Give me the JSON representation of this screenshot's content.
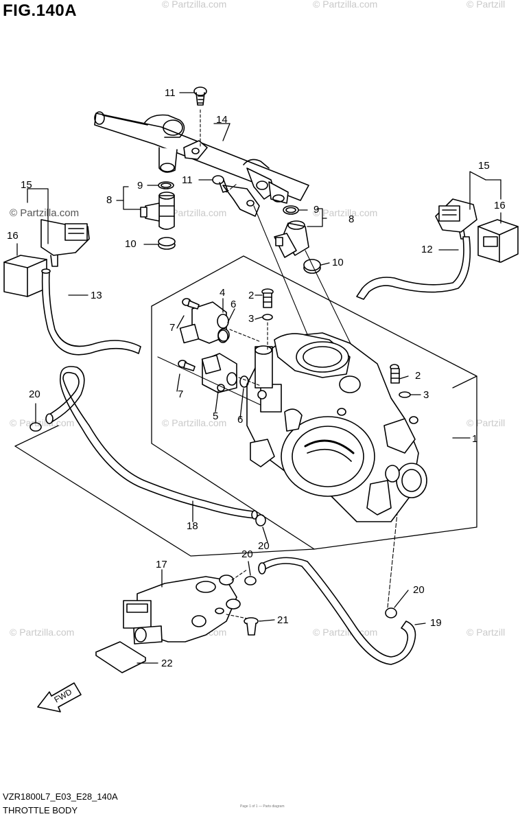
{
  "figure": {
    "title": "FIG.140A"
  },
  "watermarks": {
    "brand": "© Partzilla.com",
    "brand_clipped": "© Partzill",
    "brand_strong": "© Partzilla.com"
  },
  "callouts": [
    {
      "id": "1",
      "label": "1"
    },
    {
      "id": "2a",
      "label": "2"
    },
    {
      "id": "2b",
      "label": "2"
    },
    {
      "id": "3a",
      "label": "3"
    },
    {
      "id": "3b",
      "label": "3"
    },
    {
      "id": "4",
      "label": "4"
    },
    {
      "id": "5",
      "label": "5"
    },
    {
      "id": "6a",
      "label": "6"
    },
    {
      "id": "6b",
      "label": "6"
    },
    {
      "id": "7a",
      "label": "7"
    },
    {
      "id": "7b",
      "label": "7"
    },
    {
      "id": "8a",
      "label": "8"
    },
    {
      "id": "8b",
      "label": "8"
    },
    {
      "id": "9a",
      "label": "9"
    },
    {
      "id": "9b",
      "label": "9"
    },
    {
      "id": "10a",
      "label": "10"
    },
    {
      "id": "10b",
      "label": "10"
    },
    {
      "id": "11a",
      "label": "11"
    },
    {
      "id": "11b",
      "label": "11"
    },
    {
      "id": "12",
      "label": "12"
    },
    {
      "id": "13",
      "label": "13"
    },
    {
      "id": "14",
      "label": "14"
    },
    {
      "id": "15a",
      "label": "15"
    },
    {
      "id": "15b",
      "label": "15"
    },
    {
      "id": "16a",
      "label": "16"
    },
    {
      "id": "16b",
      "label": "16"
    },
    {
      "id": "17",
      "label": "17"
    },
    {
      "id": "18",
      "label": "18"
    },
    {
      "id": "19",
      "label": "19"
    },
    {
      "id": "20a",
      "label": "20"
    },
    {
      "id": "20b",
      "label": "20"
    },
    {
      "id": "20c",
      "label": "20"
    },
    {
      "id": "20d",
      "label": "20"
    },
    {
      "id": "21",
      "label": "21"
    },
    {
      "id": "22",
      "label": "22"
    }
  ],
  "direction_arrow": {
    "label": "FWD"
  },
  "footer": {
    "code": "VZR1800L7_E03_E28_140A",
    "title": "THROTTLE BODY",
    "fine_print": "Page 1 of 1 — Parts diagram"
  },
  "colors": {
    "line": "#000000",
    "fill": "#ffffff",
    "watermark": "#c9c9c9"
  }
}
